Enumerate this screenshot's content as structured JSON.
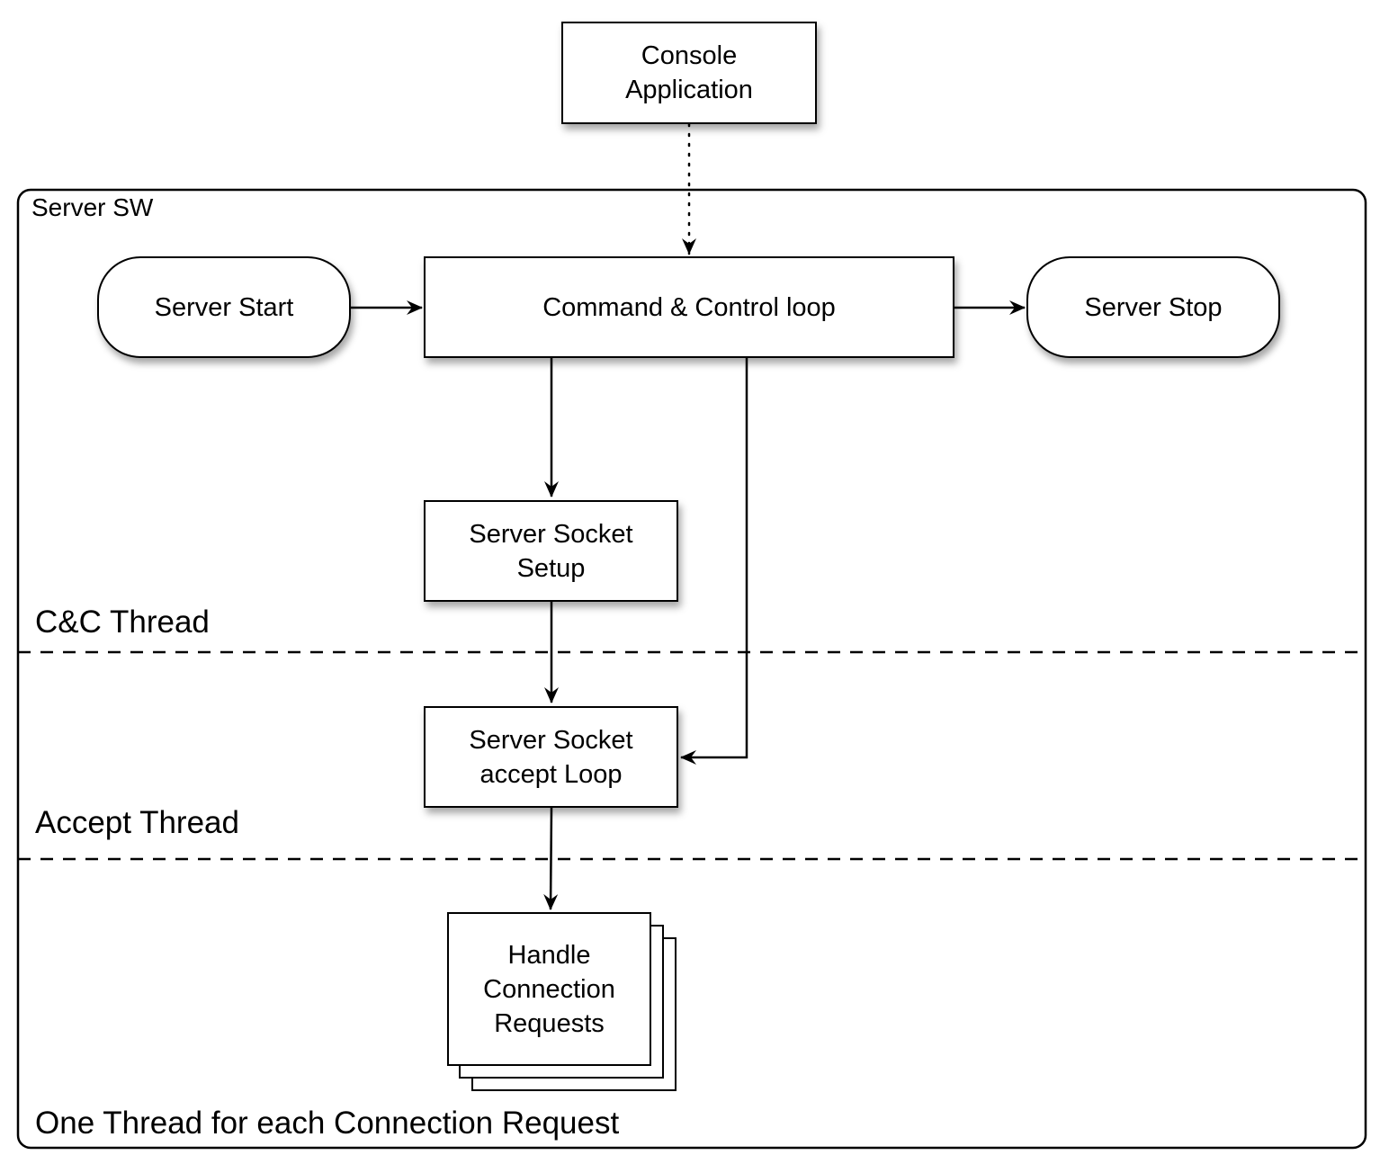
{
  "container": {
    "label": "Server SW"
  },
  "nodes": {
    "console_app": {
      "label": "Console\nApplication"
    },
    "server_start": {
      "label": "Server Start"
    },
    "cc_loop": {
      "label": "Command & Control loop"
    },
    "server_stop": {
      "label": "Server Stop"
    },
    "socket_setup": {
      "label": "Server Socket\nSetup"
    },
    "accept_loop": {
      "label": "Server Socket\naccept Loop"
    },
    "handle_requests": {
      "label": "Handle\nConnection\nRequests"
    }
  },
  "lanes": {
    "cc_thread": "C&C Thread",
    "accept_thread": "Accept Thread",
    "connection_threads": "One Thread for each Connection Request"
  },
  "edges": [
    {
      "from": "console_app",
      "to": "cc_loop",
      "style": "dotted"
    },
    {
      "from": "server_start",
      "to": "cc_loop",
      "style": "solid"
    },
    {
      "from": "cc_loop",
      "to": "server_stop",
      "style": "solid"
    },
    {
      "from": "cc_loop",
      "to": "socket_setup",
      "style": "solid"
    },
    {
      "from": "cc_loop",
      "to": "accept_loop",
      "style": "solid"
    },
    {
      "from": "socket_setup",
      "to": "accept_loop",
      "style": "solid"
    },
    {
      "from": "accept_loop",
      "to": "handle_requests",
      "style": "solid"
    }
  ]
}
